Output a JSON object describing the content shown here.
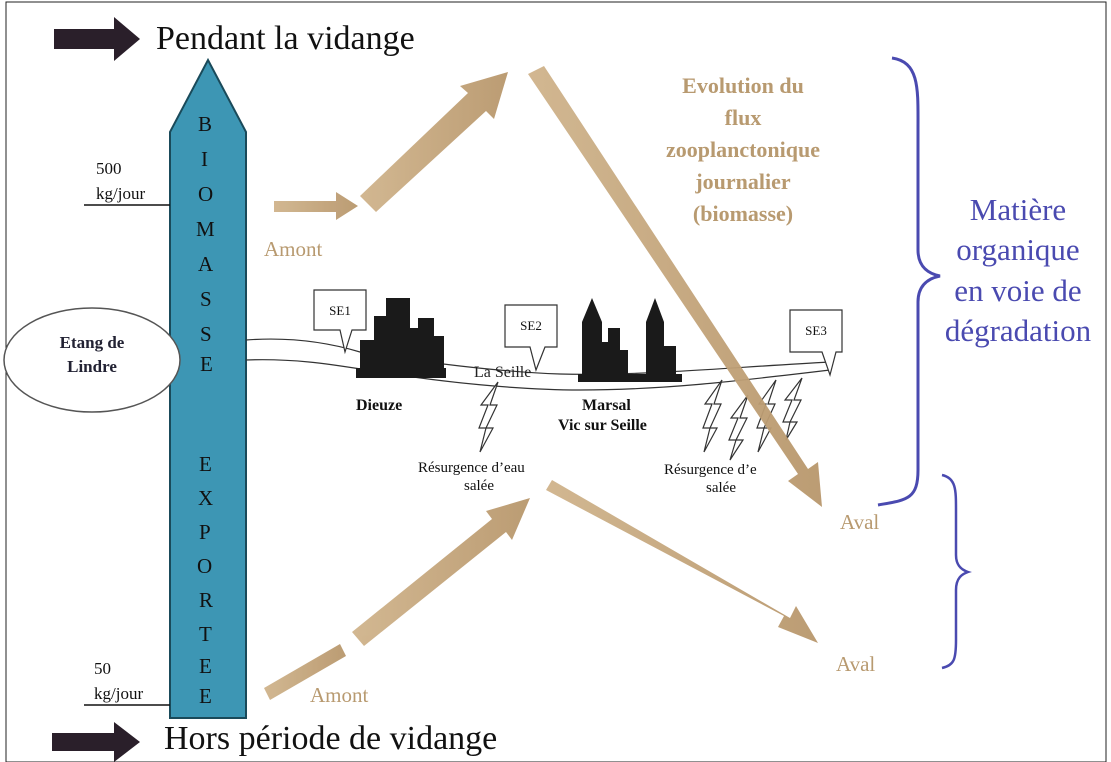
{
  "legend": {
    "during": "Pendant la vidange",
    "outside": "Hors période de vidange"
  },
  "column": {
    "top_letters": [
      "B",
      "I",
      "O",
      "M",
      "A",
      "S",
      "S",
      "E"
    ],
    "bottom_letters": [
      "E",
      "X",
      "P",
      "O",
      "R",
      "T",
      "E",
      "E"
    ]
  },
  "scale": {
    "high_value": "500",
    "high_unit": "kg/jour",
    "low_value": "50",
    "low_unit": "kg/jour"
  },
  "title_lines": [
    "Evolution du",
    "flux",
    "zooplanctonique",
    "journalier",
    "(biomasse)"
  ],
  "bracket_label_lines": [
    "Matière",
    "organique",
    "en voie de",
    "dégradation"
  ],
  "pond": {
    "line1": "Etang de",
    "line2": "Lindre"
  },
  "river": "La Seille",
  "stations": [
    "SE1",
    "SE2",
    "SE3"
  ],
  "towns": {
    "dieuze": "Dieuze",
    "marsal": "Marsal",
    "vic": "Vic sur Seille"
  },
  "resurgence": {
    "left_line1": "Résurgence d’eau",
    "left_line2": "salée",
    "right_line1": "Résurgence d’e",
    "right_line2": "salée"
  },
  "flow": {
    "upstream_during": "Amont",
    "downstream_during": "Aval",
    "upstream_outside": "Amont",
    "downstream_outside": "Aval"
  },
  "colors": {
    "flux_arrow": "#c8aa80",
    "column_fill": "#3d96b4",
    "bracket": "#4a4ab0",
    "legend_arrow": "#2a1f2a"
  }
}
